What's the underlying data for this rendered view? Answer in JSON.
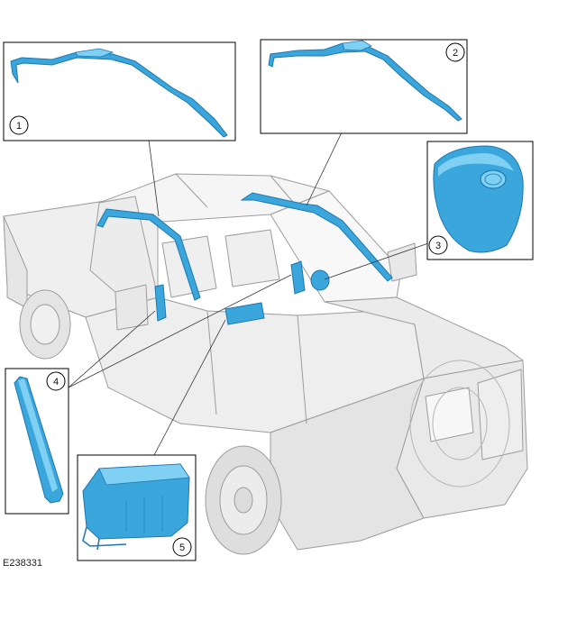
{
  "figure_id": "E238331",
  "callouts": [
    {
      "number": "1"
    },
    {
      "number": "2"
    },
    {
      "number": "3"
    },
    {
      "number": "4"
    },
    {
      "number": "5"
    }
  ],
  "colors": {
    "airbag": "#3aa6dc",
    "airbag_light": "#7fd0f3",
    "airbag_dark": "#1c78b0",
    "truck_outline": "#9a9a9a",
    "truck_fill": "#f3f3f3",
    "frame": "#000000"
  }
}
